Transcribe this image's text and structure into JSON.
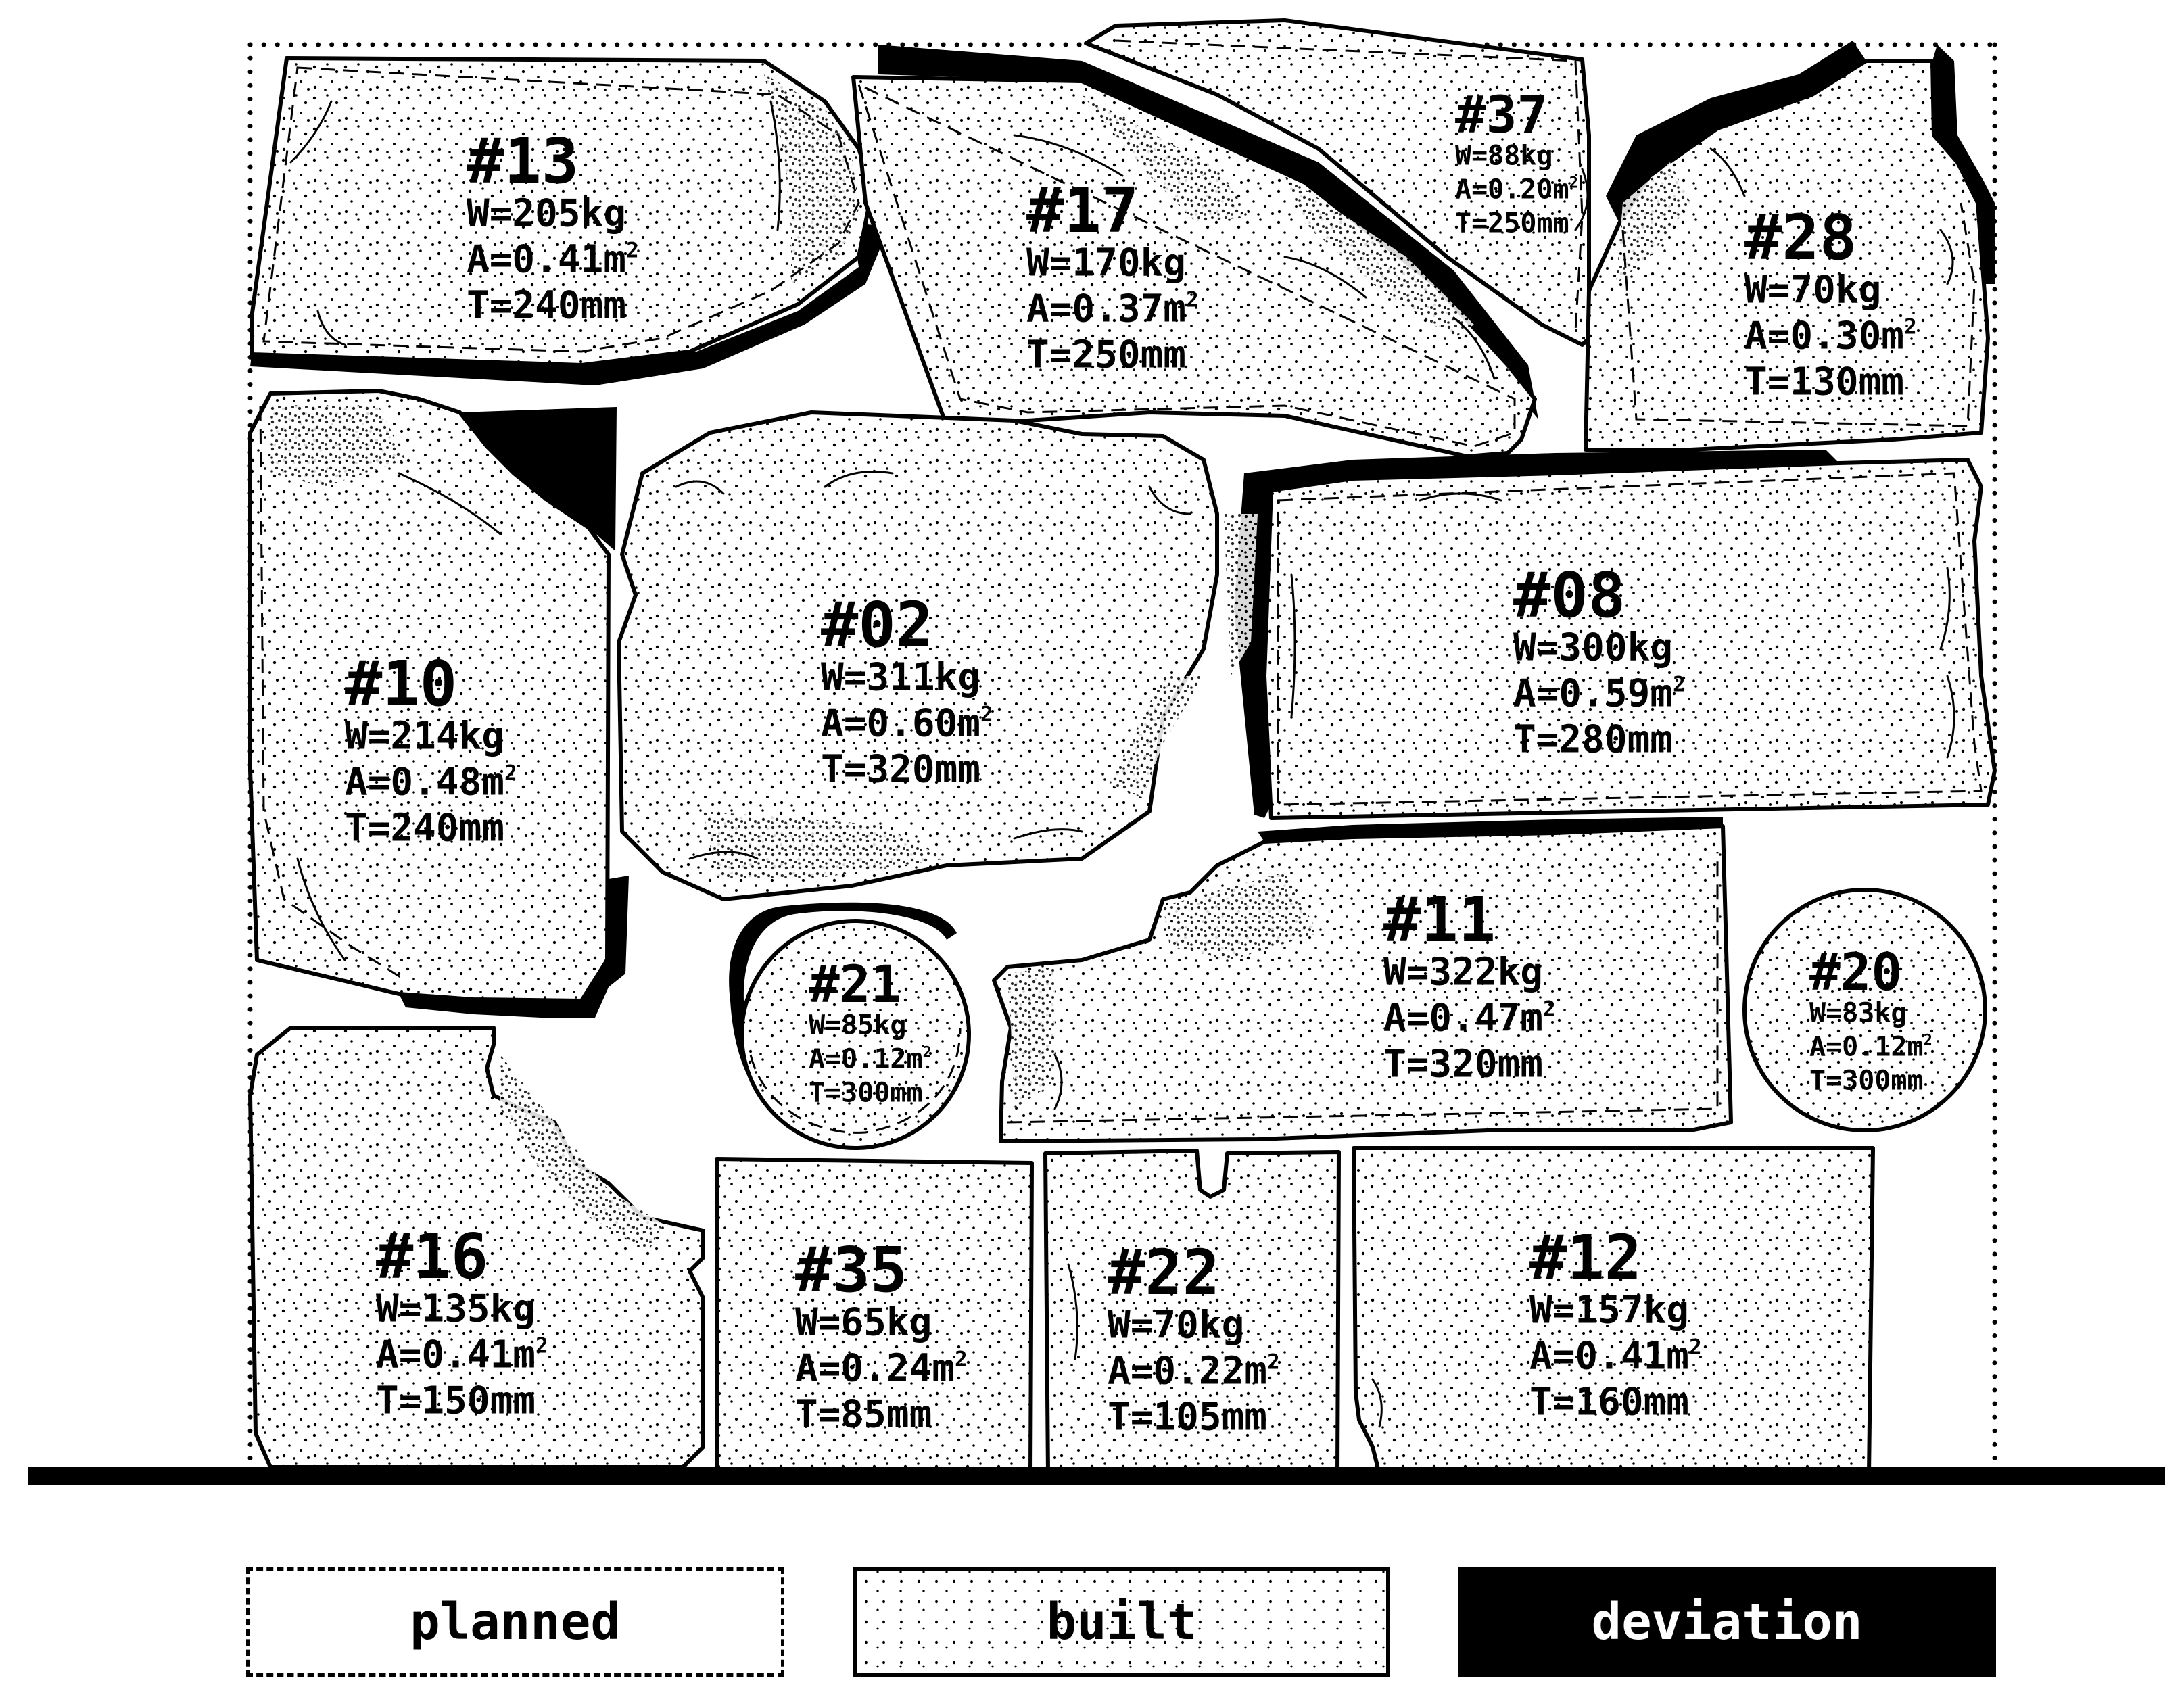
{
  "diagram": {
    "stones": [
      {
        "id": "#13",
        "weight": "W=205kg",
        "area": "A=0.41m",
        "thickness": "T=240mm",
        "sup": "2"
      },
      {
        "id": "#17",
        "weight": "W=170kg",
        "area": "A=0.37m",
        "thickness": "T=250mm",
        "sup": "2"
      },
      {
        "id": "#37",
        "weight": "W=88kg",
        "area": "A=0.20m",
        "thickness": "T=250mm",
        "sup": "2"
      },
      {
        "id": "#28",
        "weight": "W=70kg",
        "area": "A=0.30m",
        "thickness": "T=130mm",
        "sup": "2"
      },
      {
        "id": "#10",
        "weight": "W=214kg",
        "area": "A=0.48m",
        "thickness": "T=240mm",
        "sup": "2"
      },
      {
        "id": "#02",
        "weight": "W=311kg",
        "area": "A=0.60m",
        "thickness": "T=320mm",
        "sup": "2"
      },
      {
        "id": "#08",
        "weight": "W=300kg",
        "area": "A=0.59m",
        "thickness": "T=280mm",
        "sup": "2"
      },
      {
        "id": "#11",
        "weight": "W=322kg",
        "area": "A=0.47m",
        "thickness": "T=320mm",
        "sup": "2"
      },
      {
        "id": "#21",
        "weight": "W=85kg",
        "area": "A=0.12m",
        "thickness": "T=300mm",
        "sup": "2"
      },
      {
        "id": "#20",
        "weight": "W=83kg",
        "area": "A=0.12m",
        "thickness": "T=300mm",
        "sup": "2"
      },
      {
        "id": "#16",
        "weight": "W=135kg",
        "area": "A=0.41m",
        "thickness": "T=150mm",
        "sup": "2"
      },
      {
        "id": "#35",
        "weight": "W=65kg",
        "area": "A=0.24m",
        "thickness": "T=85mm",
        "sup": "2"
      },
      {
        "id": "#22",
        "weight": "W=70kg",
        "area": "A=0.22m",
        "thickness": "T=105mm",
        "sup": "2"
      },
      {
        "id": "#12",
        "weight": "W=157kg",
        "area": "A=0.41m",
        "thickness": "T=160mm",
        "sup": "2"
      }
    ]
  },
  "legend": {
    "planned": "planned",
    "built": "built",
    "deviation": "deviation"
  },
  "colors": {
    "ink": "#000000",
    "paper": "#ffffff"
  }
}
